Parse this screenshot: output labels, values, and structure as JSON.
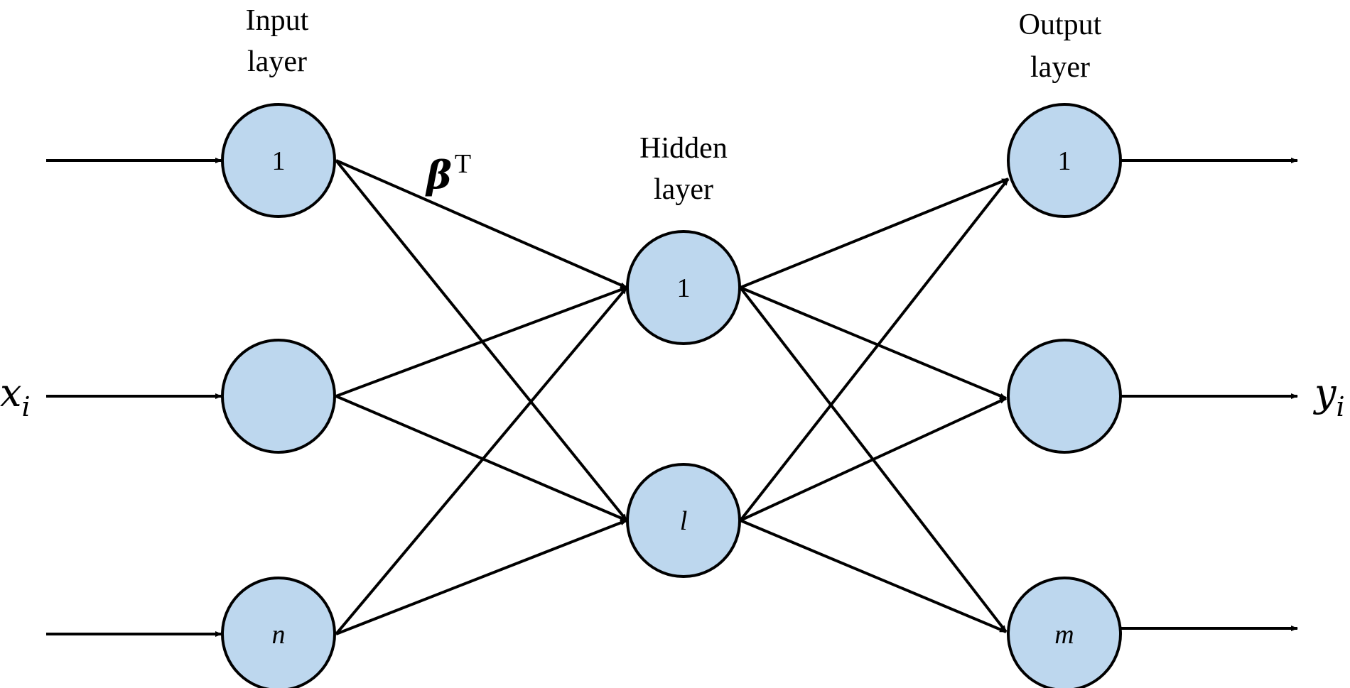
{
  "layers": {
    "input": {
      "title_line1": "Input",
      "title_line2": "layer",
      "nodes": [
        "1",
        "",
        "n"
      ]
    },
    "hidden": {
      "title_line1": "Hidden",
      "title_line2": "layer",
      "nodes": [
        "1",
        "l"
      ]
    },
    "output": {
      "title_line1": "Output",
      "title_line2": "layer",
      "nodes": [
        "1",
        "",
        "m"
      ]
    }
  },
  "input_label": {
    "base": "x",
    "sub": "i"
  },
  "output_label": {
    "base": "y",
    "sub": "i"
  },
  "weight_label": {
    "base": "β",
    "sup": "T"
  },
  "colors": {
    "node_fill": "#bdd7ee",
    "stroke": "#000000"
  }
}
